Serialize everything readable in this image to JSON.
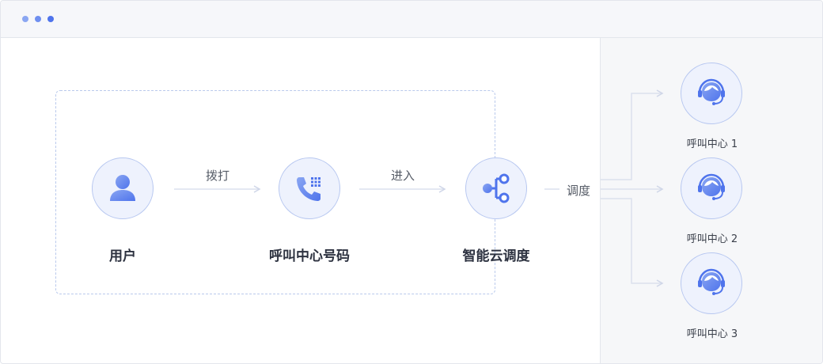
{
  "window": {
    "dots": [
      "#8aa6f2",
      "#6f8ff0",
      "#4f74ec"
    ]
  },
  "nodes": {
    "user": {
      "label": "用户",
      "icon": "user-icon"
    },
    "callcenter_number": {
      "label": "呼叫中心号码",
      "icon": "phone-dialpad-icon"
    },
    "smart_dispatch": {
      "label": "智能云调度",
      "icon": "share-nodes-icon"
    }
  },
  "edges": {
    "dial": "拨打",
    "enter": "进入",
    "dispatch": "调度"
  },
  "targets": [
    {
      "label": "呼叫中心 1",
      "icon": "headset-agent-icon"
    },
    {
      "label": "呼叫中心 2",
      "icon": "headset-agent-icon"
    },
    {
      "label": "呼叫中心 3",
      "icon": "headset-agent-icon"
    }
  ],
  "colors": {
    "accent": "#4f74ec",
    "accent_light": "#8aa6f2",
    "node_fill": "#eef2fd",
    "node_border": "#b7c7f0",
    "dashed": "#b9c9ec",
    "connector": "#d7def0"
  }
}
